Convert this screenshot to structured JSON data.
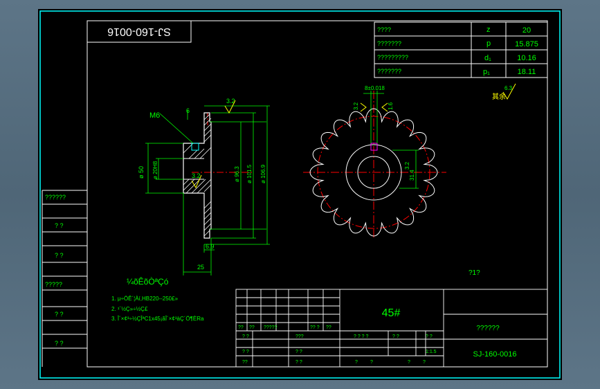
{
  "drawing_number_mirrored": "SJ-160-0016",
  "param_table": [
    {
      "label": "????",
      "symbol": "z",
      "value": "20"
    },
    {
      "label": "???????",
      "symbol": "p",
      "value": "15.875"
    },
    {
      "label": "?????????",
      "symbol": "d₁",
      "value": "10.16"
    },
    {
      "label": "???????",
      "symbol": "p₁",
      "value": "18.11"
    }
  ],
  "left_column": [
    "??????",
    "? ?",
    "? ?",
    "?????",
    "? ?",
    "? ?"
  ],
  "side_view": {
    "thread": "M6",
    "roughness_top": "3.2",
    "roughness_mid": "3.2",
    "dim_6": "6",
    "dim_25": "25",
    "dim_96": "6.9",
    "dim_d50": "ø 50",
    "dim_d20": "ø 20H8",
    "dim_d90": "ø 96.3",
    "dim_d101": "ø 101.5",
    "dim_d106": "ø 106.9"
  },
  "front_view": {
    "keyway_width": "8±0.018",
    "roughness_left": "3.2",
    "roughness_right": "1.6",
    "keyway_depth": "31.4",
    "keyway_roughness": "3.2",
    "other_roughness": "6.3",
    "other_label": "其余"
  },
  "notes": {
    "title": "¼õÊõÒªÇó",
    "line1": "1. µ÷ÖÊ´¦Àí,HB220--250£»",
    "line2": "2. ¹´½Ç»÷½Ç£",
    "line3": "3. Î´×¢³÷½ÇÎªC1x45¡ãÎ´×¢³àÇ´Ö¶ÈRa"
  },
  "misc_label": "?1?",
  "title_block": {
    "material": "45#",
    "company": "??????",
    "drawing_number": "SJ-160-0016",
    "scale": "1:1.5",
    "row_labels": [
      "??",
      "??",
      "?????",
      "?? ?",
      "??"
    ],
    "sign1": "? ?",
    "sign2": "? ?",
    "sign3": "???",
    "sign4": "??",
    "sign5": "? ?",
    "sign6": "? ?",
    "s_col1": "? ? ? ?",
    "s_col2": "? ?",
    "s_col3": "? ?",
    "s_bot1": "?",
    "s_bot2": "?",
    "s_bot3": "?",
    "s_bot4": "?"
  },
  "colors": {
    "frame": "#00ffff",
    "border": "#ffffff",
    "text": "#00ff00",
    "center": "#ff0000",
    "dimension": "#00ff00",
    "outline": "#ffffff",
    "magenta": "#ff00ff",
    "yellow": "#ffff00"
  }
}
